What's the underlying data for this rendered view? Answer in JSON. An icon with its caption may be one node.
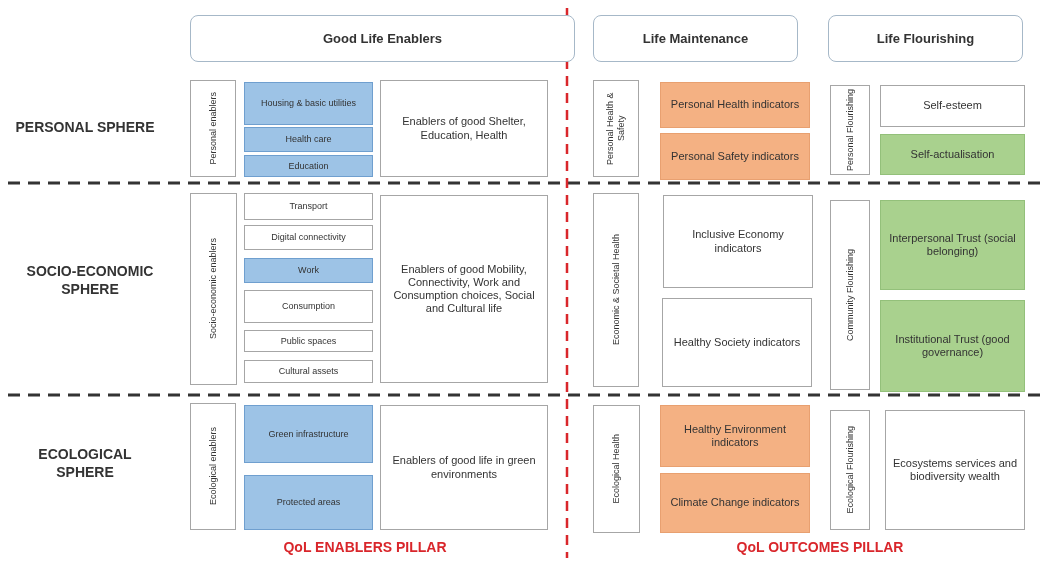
{
  "diagram": {
    "nodes": [
      {
        "text": [
          "Good Life Enablers"
        ]
      },
      {
        "text": [
          "Life Maintenance"
        ]
      },
      {
        "text": [
          "Life Flourishing"
        ]
      },
      {
        "text": [
          "Personal enablers"
        ]
      },
      {
        "text": [
          "Housing & basic utilities"
        ]
      },
      {
        "text": [
          "Health care"
        ]
      },
      {
        "text": [
          "Education"
        ]
      },
      {
        "text": [
          "Enablers of good Shelter, Education, Health"
        ]
      },
      {
        "text": [
          "Personal Health & Safety"
        ]
      },
      {
        "text": [
          "Personal Health indicators"
        ]
      },
      {
        "text": [
          "Personal Safety indicators"
        ]
      },
      {
        "text": [
          "Personal Flourishing"
        ]
      },
      {
        "text": [
          "Self-esteem"
        ]
      },
      {
        "text": [
          "Self-actualisation"
        ]
      },
      {
        "text": [
          "Socio-economic enablers"
        ]
      },
      {
        "text": [
          "Transport"
        ]
      },
      {
        "text": [
          "Digital connectivity"
        ]
      },
      {
        "text": [
          "Work"
        ]
      },
      {
        "text": [
          "Consumption"
        ]
      },
      {
        "text": [
          "Public spaces"
        ]
      },
      {
        "text": [
          "Cultural assets"
        ]
      },
      {
        "text": [
          "Enablers of good Mobility, Connectivity, Work and Consumption choices, Social and Cultural life"
        ]
      },
      {
        "text": [
          "Economic & Societal Health"
        ]
      },
      {
        "text": [
          "Inclusive Economy indicators"
        ]
      },
      {
        "text": [
          "Healthy Society indicators"
        ]
      },
      {
        "text": [
          "Community Flourishing"
        ]
      },
      {
        "text": [
          "Interpersonal Trust (social belonging)"
        ]
      },
      {
        "text": [
          "Institutional Trust (good governance)"
        ]
      },
      {
        "text": [
          "Ecological enablers"
        ]
      },
      {
        "text": [
          "Green infrastructure"
        ]
      },
      {
        "text": [
          "Protected areas"
        ]
      },
      {
        "text": [
          "Enablers of good life in green environments"
        ]
      },
      {
        "text": [
          "Ecological Health"
        ]
      },
      {
        "text": [
          "Healthy Environment indicators"
        ]
      },
      {
        "text": [
          "Climate Change indicators"
        ]
      },
      {
        "text": [
          "Ecological Flourishing"
        ]
      },
      {
        "text": [
          "Ecosystems services and biodiversity wealth"
        ]
      }
    ],
    "labels": [
      "PERSONAL SPHERE",
      "SOCIO-ECONOMIC SPHERE",
      "ECOLOGICAL SPHERE",
      "QoL ENABLERS PILLAR",
      "QoL OUTCOMES PILLAR"
    ]
  }
}
